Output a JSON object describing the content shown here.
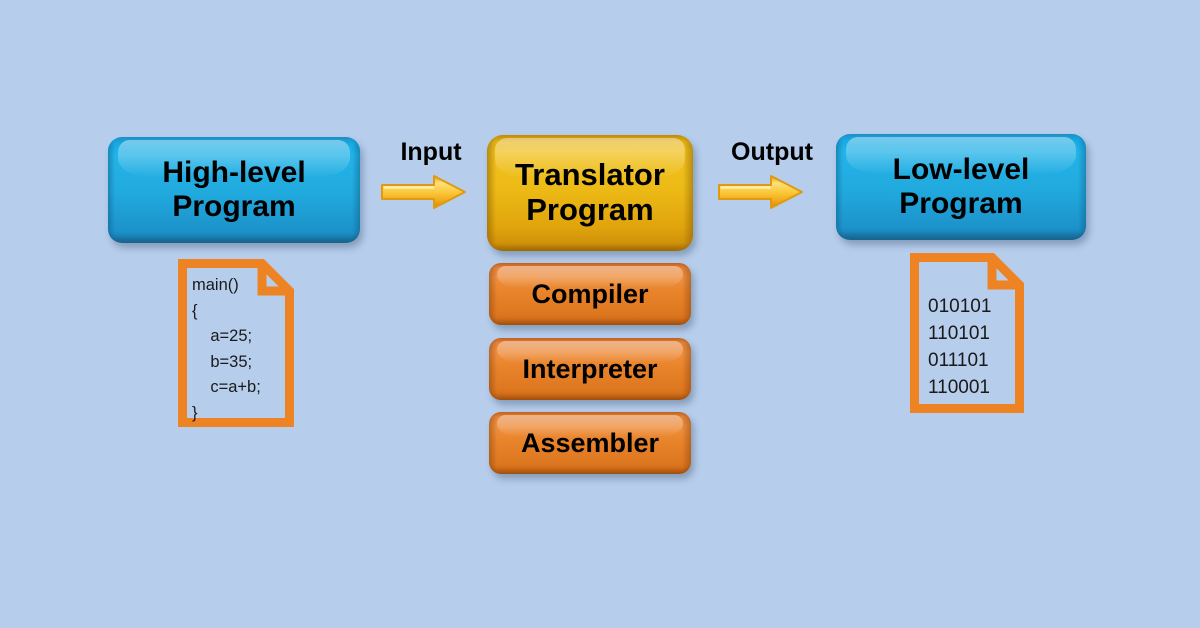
{
  "diagram": {
    "background_color": "#b6cdec",
    "title_flow": "High-level Program -> Translator Program -> Low-level Program"
  },
  "boxes": {
    "high_level": {
      "label": "High-level\nProgram",
      "line1": "High-level",
      "line2": "Program",
      "color": "#21aade"
    },
    "translator": {
      "label": "Translator\nProgram",
      "line1": "Translator",
      "line2": "Program",
      "color": "#edbb16"
    },
    "low_level": {
      "label": "Low-level\nProgram",
      "line1": "Low-level",
      "line2": "Program",
      "color": "#21aade"
    }
  },
  "translator_types": [
    {
      "label": "Compiler",
      "color": "#e8832a"
    },
    {
      "label": "Interpreter",
      "color": "#e8832a"
    },
    {
      "label": "Assembler",
      "color": "#e8832a"
    }
  ],
  "arrows": [
    {
      "label": "Input",
      "direction": "right",
      "color": "#f5c542",
      "name": "input-arrow"
    },
    {
      "label": "Output",
      "direction": "right",
      "color": "#f5c542",
      "name": "output-arrow"
    }
  ],
  "documents": {
    "source_code": {
      "icon": "document-icon",
      "outline_color": "#ed8322",
      "lines": [
        "main()",
        "{",
        "    a=25;",
        "    b=35;",
        "    c=a+b;",
        "}"
      ],
      "text": "main()\n{\n    a=25;\n    b=35;\n    c=a+b;\n}"
    },
    "machine_code": {
      "icon": "document-icon",
      "outline_color": "#ed8322",
      "lines": [
        "010101",
        "110101",
        "011101",
        "110001"
      ],
      "text": "010101\n110101\n011101\n110001"
    }
  }
}
